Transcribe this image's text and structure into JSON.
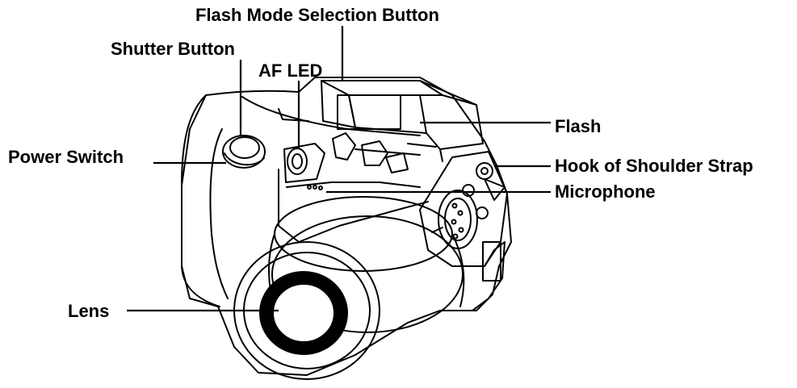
{
  "labels": {
    "flash_mode_selection_button": "Flash Mode Selection Button",
    "shutter_button": "Shutter Button",
    "af_led": "AF LED",
    "flash": "Flash",
    "power_switch": "Power Switch",
    "hook_of_shoulder_strap": "Hook of Shoulder Strap",
    "microphone": "Microphone",
    "lens": "Lens"
  },
  "colors": {
    "ink": "#000000",
    "background": "#ffffff"
  }
}
